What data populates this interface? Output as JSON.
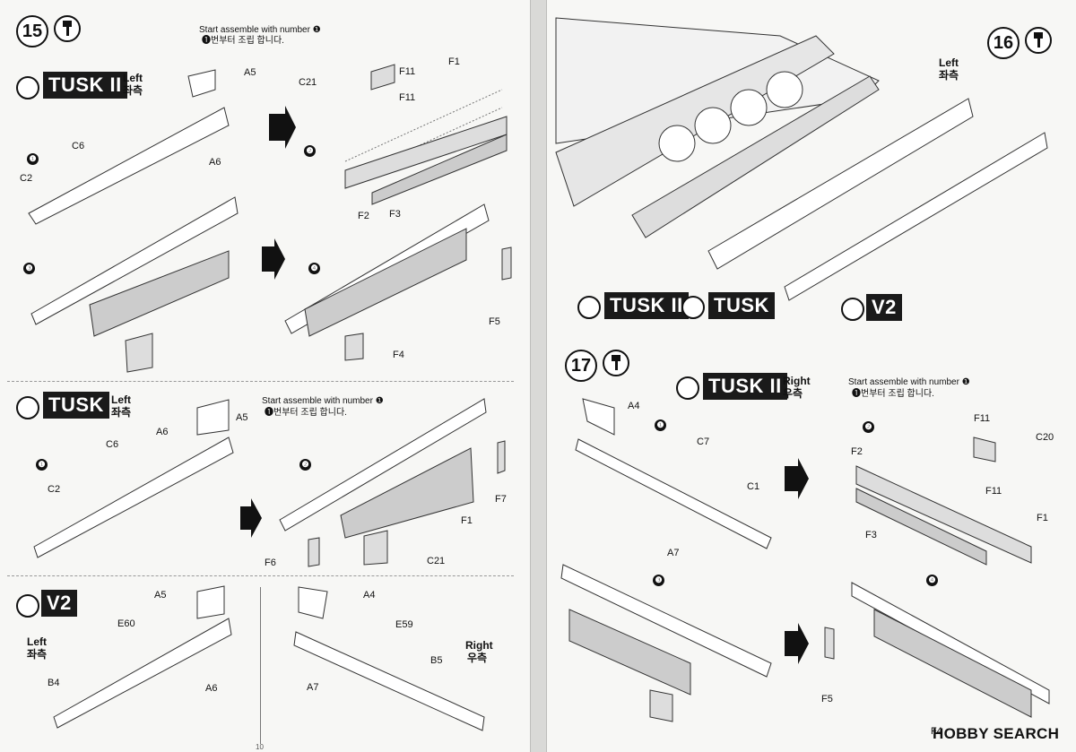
{
  "left_page": {
    "step15": {
      "number": "15",
      "note_en": "Start assemble with number ❶",
      "note_ko": "❶번부터 조립 합니다.",
      "badge": "TUSK II",
      "side_en": "Left",
      "side_ko": "좌측",
      "sub": [
        "❶",
        "❷",
        "❸",
        "❹"
      ],
      "parts": {
        "a5": "A5",
        "c6": "C6",
        "a6": "A6",
        "c2": "C2",
        "c21": "C21",
        "f11a": "F11",
        "f11b": "F11",
        "f1": "F1",
        "f2": "F2",
        "f3": "F3",
        "f5": "F5",
        "f4": "F4"
      }
    },
    "tusk": {
      "badge": "TUSK",
      "side_en": "Left",
      "side_ko": "좌측",
      "note_en": "Start assemble with number ❶",
      "note_ko": "❶번부터 조립 합니다.",
      "sub": [
        "❶",
        "❷"
      ],
      "parts": {
        "a5": "A5",
        "a6": "A6",
        "c6": "C6",
        "c2": "C2",
        "f7": "F7",
        "f1": "F1",
        "f6": "F6",
        "c21": "C21"
      }
    },
    "v2": {
      "badge": "V2",
      "left_en": "Left",
      "left_ko": "좌측",
      "right_en": "Right",
      "right_ko": "우측",
      "parts": {
        "a5": "A5",
        "e60": "E60",
        "b4": "B4",
        "a6": "A6",
        "a4": "A4",
        "e59": "E59",
        "b5": "B5",
        "a7": "A7"
      }
    },
    "page_number": "10"
  },
  "right_page": {
    "step16": {
      "number": "16",
      "side_en": "Left",
      "side_ko": "좌측",
      "badges": [
        "TUSK II",
        "TUSK",
        "V2"
      ]
    },
    "step17": {
      "number": "17",
      "badge": "TUSK II",
      "side_en": "Right",
      "side_ko": "우측",
      "note_en": "Start assemble with number ❶",
      "note_ko": "❶번부터 조립 합니다.",
      "sub": [
        "❶",
        "❷",
        "❸",
        "❹"
      ],
      "parts": {
        "a4": "A4",
        "c7": "C7",
        "c1": "C1",
        "a7": "A7",
        "f11a": "F11",
        "c20": "C20",
        "f2": "F2",
        "f11b": "F11",
        "f1": "F1",
        "f3": "F3",
        "f5": "F5",
        "f4": "F4"
      }
    },
    "watermark": "HOBBY SEARCH"
  },
  "colors": {
    "paper": "#f7f7f5",
    "ink": "#111111",
    "badge_bg": "#1a1a1a",
    "gutter": "#d9d9d7"
  }
}
